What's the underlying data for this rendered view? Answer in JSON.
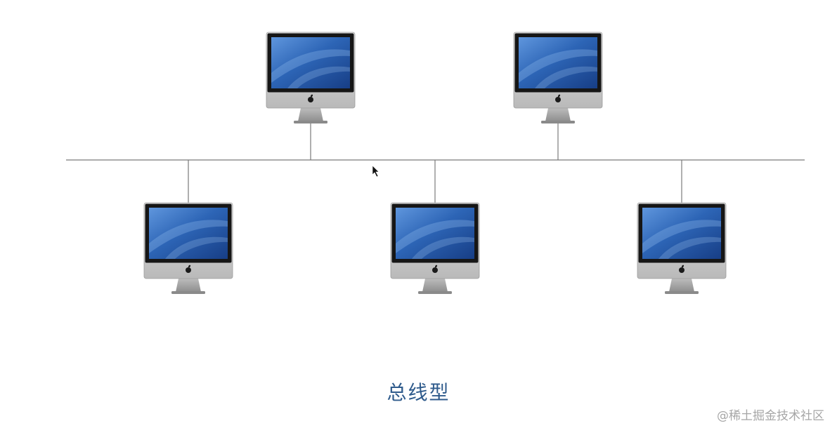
{
  "diagram": {
    "caption": "总线型",
    "watermark": "@稀土掘金技术社区",
    "colors": {
      "caption": "#2f5b8c",
      "watermark": "#a6a6a6",
      "bus_line": "#7a7a7a",
      "screen": "#2f64b4",
      "bezel": "#161616",
      "chin": "#cfcfcf",
      "stand": "#a8a8a8"
    },
    "nodes": [
      {
        "id": "top-left",
        "icon": "imac-icon",
        "row": "top"
      },
      {
        "id": "top-right",
        "icon": "imac-icon",
        "row": "top"
      },
      {
        "id": "bottom-left",
        "icon": "imac-icon",
        "row": "bottom"
      },
      {
        "id": "bottom-center",
        "icon": "imac-icon",
        "row": "bottom"
      },
      {
        "id": "bottom-right",
        "icon": "imac-icon",
        "row": "bottom"
      }
    ],
    "cursor_icon": "mouse-pointer-icon"
  }
}
